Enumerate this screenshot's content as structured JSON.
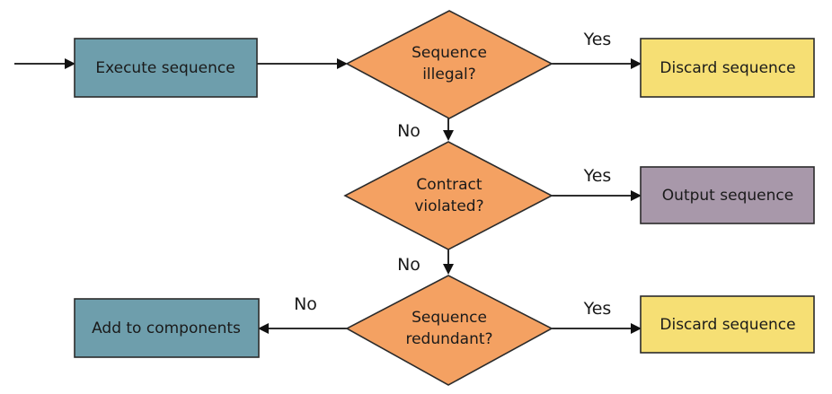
{
  "colors": {
    "process": "#6e9eac",
    "decision": "#f4a162",
    "discard": "#f6df74",
    "output": "#a898aa"
  },
  "nodes": {
    "execute": {
      "label": "Execute sequence",
      "shape": "process-box"
    },
    "illegal": {
      "label_line1": "Sequence",
      "label_line2": "illegal?",
      "shape": "decision-diamond"
    },
    "discard1": {
      "label": "Discard sequence",
      "shape": "terminal-box"
    },
    "violated": {
      "label_line1": "Contract",
      "label_line2": "violated?",
      "shape": "decision-diamond"
    },
    "output": {
      "label": "Output sequence",
      "shape": "terminal-box"
    },
    "redundant": {
      "label_line1": "Sequence",
      "label_line2": "redundant?",
      "shape": "decision-diamond"
    },
    "discard2": {
      "label": "Discard sequence",
      "shape": "terminal-box"
    },
    "add": {
      "label": "Add to components",
      "shape": "process-box"
    }
  },
  "edges": {
    "illegal_yes": "Yes",
    "illegal_no": "No",
    "violated_yes": "Yes",
    "violated_no": "No",
    "redundant_yes": "Yes",
    "redundant_no": "No"
  }
}
